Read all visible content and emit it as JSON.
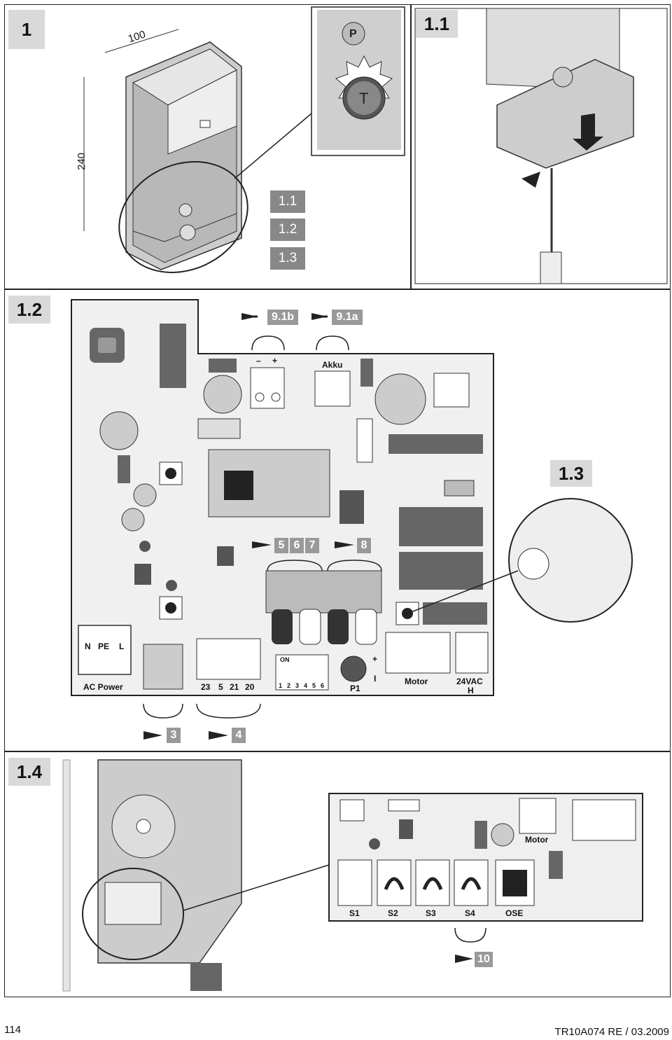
{
  "figures": {
    "fig1": "1",
    "fig1_1": "1.1",
    "fig1_2": "1.2",
    "fig1_3": "1.3",
    "fig1_4": "1.4"
  },
  "fig1_callouts": [
    "1.1",
    "1.2",
    "1.3"
  ],
  "dimensions": {
    "width": "100",
    "height": "240"
  },
  "buttons": {
    "p": "P",
    "t": "T"
  },
  "fig1_2": {
    "refs_top": [
      "9.1b",
      "9.1a"
    ],
    "polarity": {
      "minus": "–",
      "plus": "+"
    },
    "akku": "Akku",
    "refs_middle": [
      "5",
      "6",
      "7",
      "8"
    ],
    "terminal_top": [
      "N",
      "PE",
      "L"
    ],
    "ac_power": "AC Power",
    "term_numbers": [
      "23",
      "5",
      "21",
      "20"
    ],
    "dip_on": "ON",
    "dip_numbers": [
      "1",
      "2",
      "3",
      "4",
      "5",
      "6"
    ],
    "p1": "P1",
    "p1_plus": "+",
    "p1_minus": "I",
    "motor": "Motor",
    "h24": "24VAC",
    "h": "H",
    "refs_bottom": [
      "3",
      "4"
    ]
  },
  "fig1_4": {
    "motor": "Motor",
    "sockets": [
      "S1",
      "S2",
      "S3",
      "S4",
      "OSE"
    ],
    "ref": "10"
  },
  "footer": {
    "page_number": "114",
    "doc_code": "TR10A074  RE / 03.2009"
  },
  "colors": {
    "label_bg": "#d9d9d9",
    "badge_bg": "#888888",
    "board": "#e8e8e8",
    "dark": "#555555"
  }
}
